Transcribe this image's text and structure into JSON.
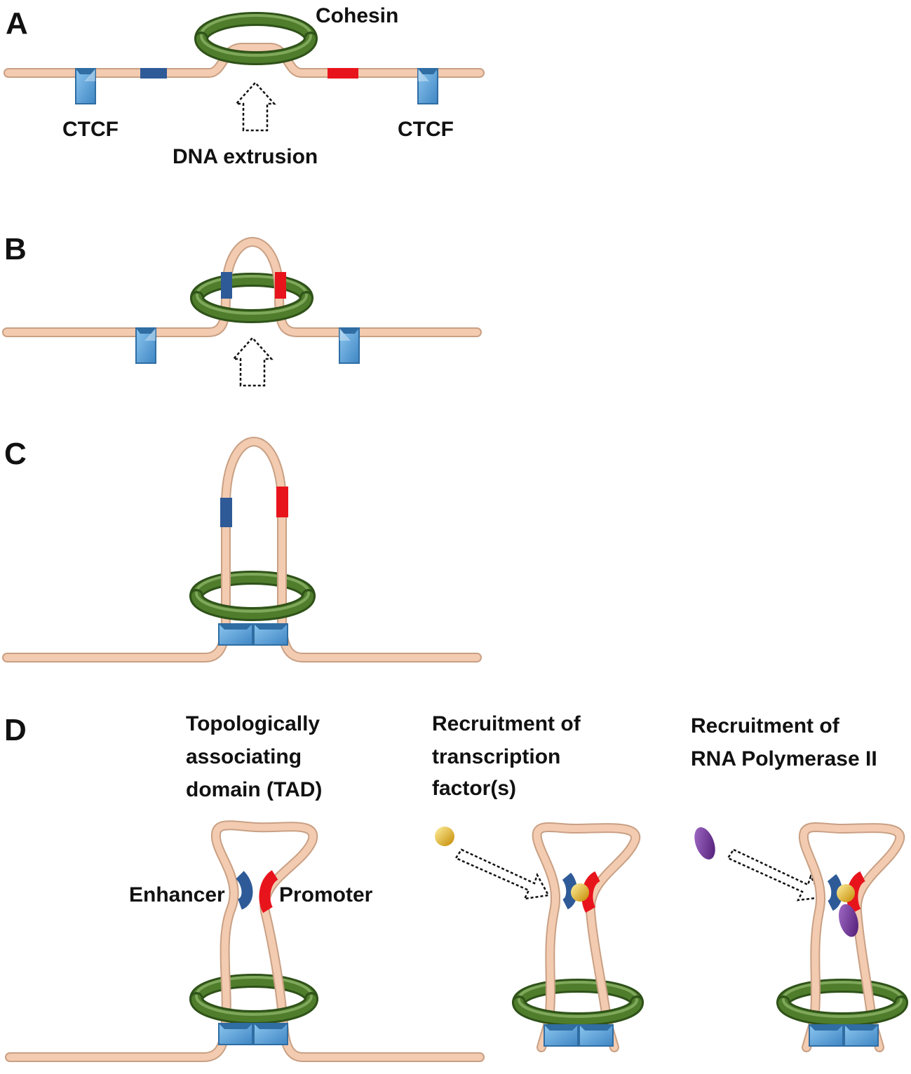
{
  "colors": {
    "dna": "#f2cbb0",
    "dna_edge": "#c9a084",
    "cohesin": "#4f7d2c",
    "cohesin_dark": "#2f5219",
    "cohesin_light": "#7fa85a",
    "ctcf": "#5aa4dc",
    "ctcf_dark": "#2f6da3",
    "enhancer": "#2e5a98",
    "promoter": "#e8141c",
    "transcription_factor": "#e6b21a",
    "rna_pol_ii": "#6a2c91"
  },
  "panels": {
    "a": {
      "letter": "A",
      "cohesin_label": "Cohesin",
      "ctcf_left_label": "CTCF",
      "ctcf_right_label": "CTCF",
      "arrow_label": "DNA extrusion"
    },
    "b": {
      "letter": "B"
    },
    "c": {
      "letter": "C"
    },
    "d": {
      "letter": "D",
      "tad_title": [
        "Topologically",
        "associating",
        "domain (TAD)"
      ],
      "enhancer_label": "Enhancer",
      "promoter_label": "Promoter",
      "tf_title": [
        "Recruitment of",
        "transcription",
        "factor(s)"
      ],
      "pol_title": [
        "Recruitment of",
        "RNA Polymerase II"
      ]
    }
  }
}
